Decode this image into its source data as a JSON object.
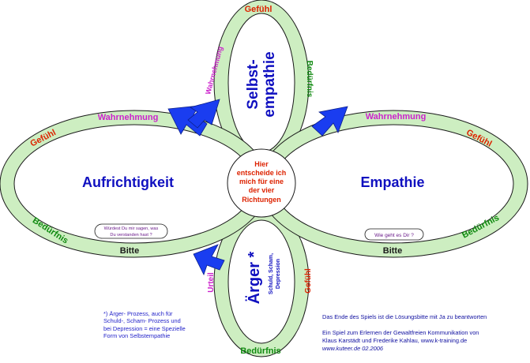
{
  "colors": {
    "ring": "#cdeec1",
    "ring_stroke": "#1a1a1a",
    "arrow": "#1a3df0",
    "navy": "#1010c0",
    "red": "#dd2200",
    "green": "#108a10",
    "magenta": "#cc22cc"
  },
  "top_ring": {
    "feeling": "Gefühl",
    "perception": "Wahrnehmung",
    "needs": "Bedürfnis",
    "title_line1": "Selbst-",
    "title_line2": "empathie"
  },
  "left_ring": {
    "feeling": "Gefühl",
    "perception": "Wahrnehmung",
    "needs": "Bedürfnis",
    "request": "Bitte",
    "title": "Aufrichtigkeit",
    "bubble_line1": "Würdest Du mir sagen, was",
    "bubble_line2": "Du verstanden hast ?"
  },
  "right_ring": {
    "feeling": "Gefühl",
    "perception": "Wahrnehmung",
    "needs": "Bedürfnis",
    "request": "Bitte",
    "title": "Empathie",
    "bubble": "Wie geht es Dir ?"
  },
  "bottom_ring": {
    "judgement": "Urteil",
    "feeling": "Gefühl",
    "needs": "Bedürfnis",
    "title": "Ärger *",
    "subtitle_line1": "Schuld, Scham,",
    "subtitle_line2": "Depression"
  },
  "center": {
    "line1": "Hier",
    "line2": "entscheide ich",
    "line3": "mich für  eine",
    "line4": "der vier",
    "line5": "Richtungen"
  },
  "footnote": {
    "line1": "*)  Ärger-  Prozess,  auch  für",
    "line2": "Schuld-,  Scham-  Prozess  und",
    "line3": "bei Depression = eine Spezielle",
    "line4": "Form von Selbstempathie"
  },
  "info": {
    "line1": "Das Ende des Spiels ist die Lösungsbitte mit Ja zu beantworten",
    "line2": "Ein Spiel zum Erlernen der Gewaltfreien Kommunikation von",
    "line3": "Klaus Karstädt und Frederike Kahlau,  www.k-training.de",
    "line4": "www.kuteer.de 02.2006"
  }
}
